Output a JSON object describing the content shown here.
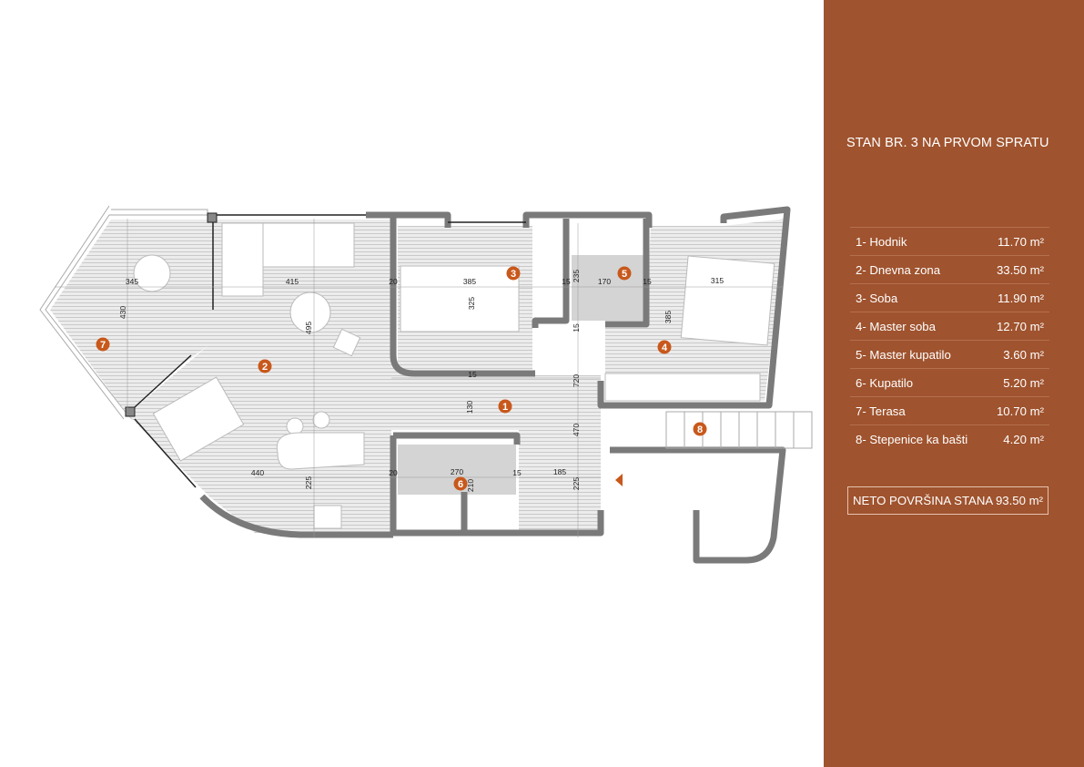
{
  "panel": {
    "title": "STAN BR. 3 NA PRVOM SPRATU",
    "rooms": [
      {
        "label": "1- Hodnik",
        "area": "11.70 m²"
      },
      {
        "label": "2- Dnevna zona",
        "area": "33.50 m²"
      },
      {
        "label": "3- Soba",
        "area": "11.90 m²"
      },
      {
        "label": "4- Master soba",
        "area": "12.70 m²"
      },
      {
        "label": "5- Master kupatilo",
        "area": "3.60 m²"
      },
      {
        "label": "6- Kupatilo",
        "area": "5.20 m²"
      },
      {
        "label": "7- Terasa",
        "area": "10.70 m²"
      },
      {
        "label": "8- Stepenice ka bašti",
        "area": "4.20 m²"
      }
    ],
    "total_label": "NETO POVRŠINA STANA",
    "total_area": "93.50 m²"
  },
  "plan": {
    "badges": [
      "1",
      "2",
      "3",
      "4",
      "5",
      "6",
      "7",
      "8"
    ],
    "dimensions": [
      "345",
      "430",
      "415",
      "495",
      "385",
      "325",
      "20",
      "15",
      "235",
      "170",
      "15",
      "315",
      "385",
      "15",
      "130",
      "720",
      "470",
      "440",
      "225",
      "20",
      "270",
      "210",
      "15",
      "185",
      "225",
      "15"
    ]
  },
  "colors": {
    "panel": "#9F532E",
    "badge": "#C8581B",
    "wall": "#7A7A7A"
  }
}
